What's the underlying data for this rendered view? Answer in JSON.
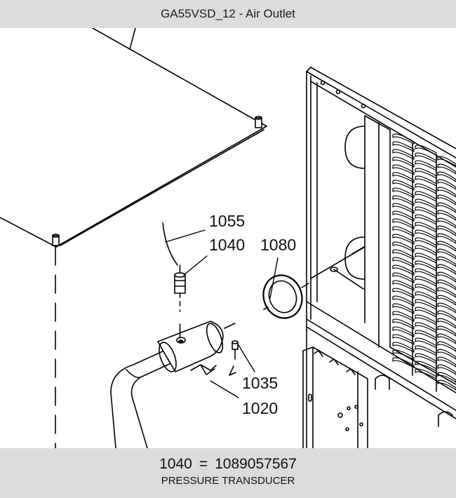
{
  "header": {
    "title": "GA55VSD_12 - Air Outlet"
  },
  "callouts": [
    {
      "id": "callout-1055",
      "label": "1055"
    },
    {
      "id": "callout-1040",
      "label": "1040"
    },
    {
      "id": "callout-1080",
      "label": "1080"
    },
    {
      "id": "callout-1035",
      "label": "1035"
    },
    {
      "id": "callout-1020",
      "label": "1020"
    }
  ],
  "selected_part": {
    "number": "1040",
    "equals": "=",
    "part_code": "1089057567",
    "description": "PRESSURE TRANSDUCER"
  }
}
